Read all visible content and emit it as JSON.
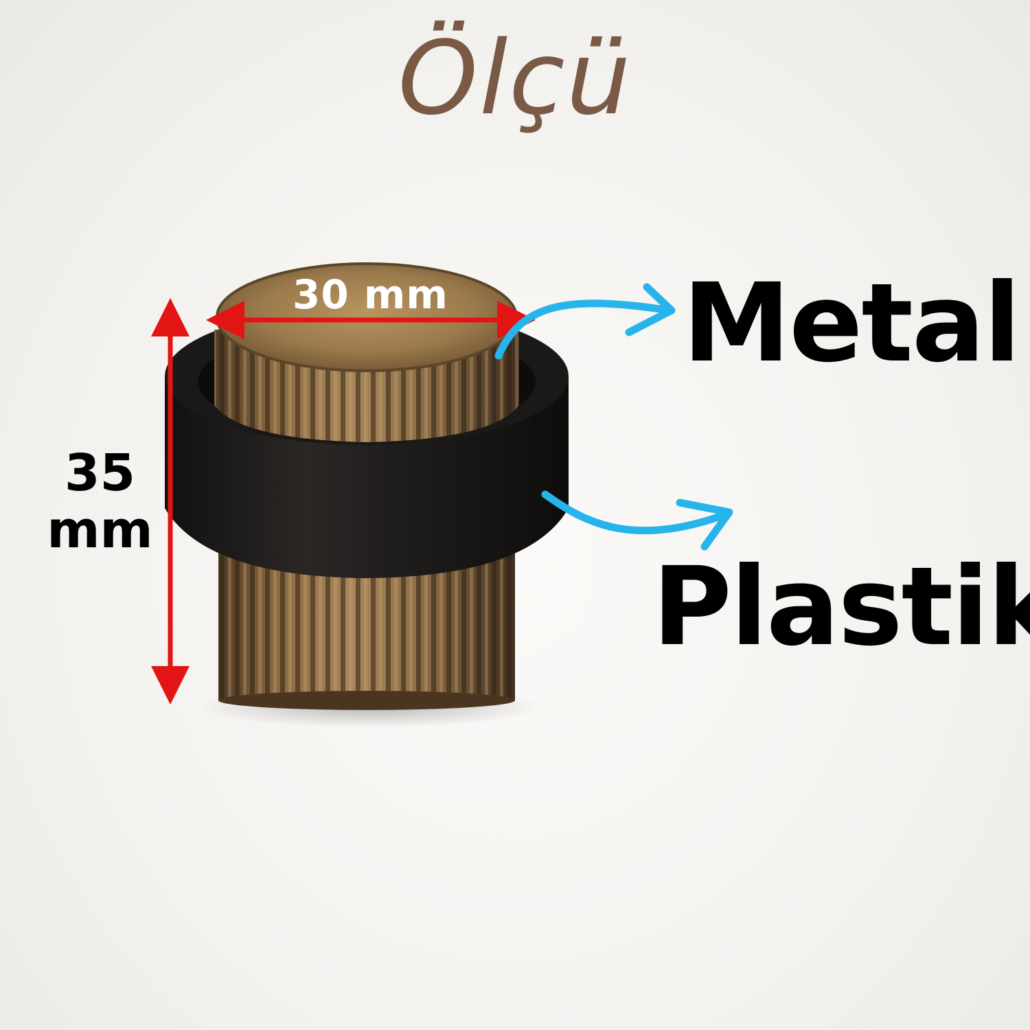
{
  "title": "Ölçü",
  "dimensions": {
    "width": "30 mm",
    "height_value": "35",
    "height_unit": "mm"
  },
  "materials": {
    "top": "Metal",
    "ring": "Plastik"
  },
  "colors": {
    "title": "#7a5a45",
    "dimension_arrow": "#e31414",
    "pointer_arrow": "#27b4ea",
    "brass": "#8d6e42",
    "ring": "#1c1a19"
  }
}
